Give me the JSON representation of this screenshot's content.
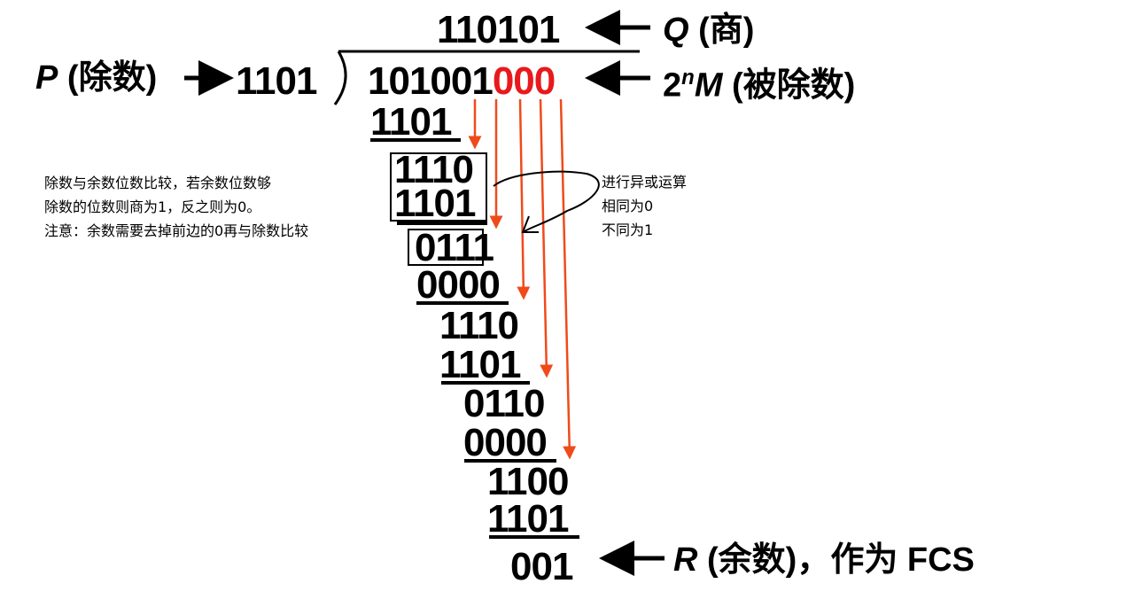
{
  "quotient": {
    "value": "110101",
    "label_var": "Q",
    "label_text": "(商)"
  },
  "divisor": {
    "label_var": "P",
    "label_text": "(除数)",
    "value": "1101"
  },
  "dividend": {
    "data_bits": "101001",
    "appended_zeros": "000",
    "label_base": "2",
    "label_sup": "n",
    "label_var": "M",
    "label_text": "(被除数)"
  },
  "steps": [
    {
      "value": "1101",
      "role": "subtract"
    },
    {
      "value": "1110",
      "role": "remainder"
    },
    {
      "value": "1101",
      "role": "subtract"
    },
    {
      "value": "0111",
      "role": "remainder"
    },
    {
      "value": "0000",
      "role": "subtract"
    },
    {
      "value": "1110",
      "role": "remainder"
    },
    {
      "value": "1101",
      "role": "subtract"
    },
    {
      "value": "0110",
      "role": "remainder"
    },
    {
      "value": "0000",
      "role": "subtract"
    },
    {
      "value": "1100",
      "role": "remainder"
    },
    {
      "value": "1101",
      "role": "subtract"
    }
  ],
  "remainder": {
    "value": "001",
    "label_var": "R",
    "label_text": "(余数)，作为 FCS"
  },
  "notes": {
    "left": [
      "除数与余数位数比较，若余数位数够",
      "除数的位数则商为1，反之则为0。",
      "注意：余数需要去掉前边的0再与除数比较"
    ],
    "right": [
      "进行异或运算",
      "相同为0",
      "不同为1"
    ]
  },
  "colors": {
    "text": "#000000",
    "highlight": "#e8191c",
    "arrow_down": "#f04a1a"
  }
}
